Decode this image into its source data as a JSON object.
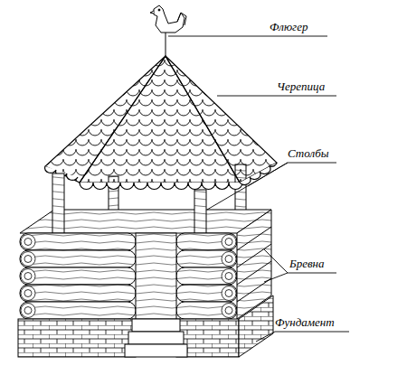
{
  "diagram": {
    "labels": [
      "Флюгер",
      "Черепица",
      "Столбы",
      "Бревна",
      "Фундамент"
    ]
  }
}
